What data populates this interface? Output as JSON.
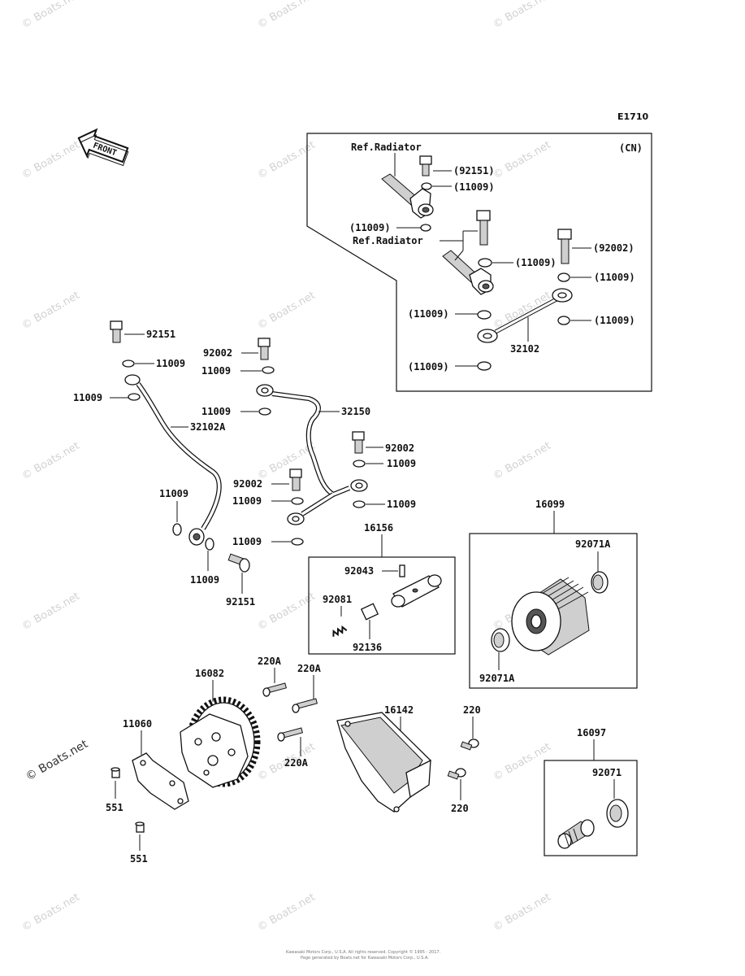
{
  "diagram_code": "E1710",
  "front_label": "FRONT",
  "watermark_text": "© Boats.net",
  "footer": {
    "line1": "Kawasaki Motors Corp., U.S.A. All rights reserved. Copyright © 1995 - 2017.",
    "line2": "Page generated by Boats.net for Kawasaki Motors Corp., U.S.A."
  },
  "cn_box": {
    "tag": "(CN)",
    "ref_radiator_1": "Ref.Radiator",
    "ref_radiator_2": "Ref.Radiator",
    "labels": {
      "bolt_top": "(92151)",
      "washer_top": "(11009)",
      "washer_left": "(11009)",
      "washer_mid": "(11009)",
      "bolt_right": "(92002)",
      "washer_right_top": "(11009)",
      "washer_left_low": "(11009)",
      "washer_right_low": "(11009)",
      "pipe": "32102",
      "washer_bottom": "(11009)"
    }
  },
  "parts": {
    "p92151_top": "92151",
    "p11009_a": "11009",
    "p11009_b": "11009",
    "p32102A": "32102A",
    "p92002_a": "92002",
    "p11009_c": "11009",
    "p11009_d": "11009",
    "p32150": "32150",
    "p92002_b": "92002",
    "p11009_e": "11009",
    "p92002_c": "92002",
    "p11009_f": "11009",
    "p11009_g": "11009",
    "p11009_h": "11009",
    "p11009_i": "11009",
    "p11009_j": "11009",
    "p92151_bottom": "92151",
    "p16156": "16156",
    "p92043": "92043",
    "p92081": "92081",
    "p92136": "92136",
    "p16099": "16099",
    "p92071A_top": "92071A",
    "p92071A_bottom": "92071A",
    "p16082": "16082",
    "p220A_a": "220A",
    "p220A_b": "220A",
    "p220A_c": "220A",
    "p11060": "11060",
    "p551_a": "551",
    "p551_b": "551",
    "p16142": "16142",
    "p220_a": "220",
    "p220_b": "220",
    "p16097": "16097",
    "p92071": "92071"
  }
}
